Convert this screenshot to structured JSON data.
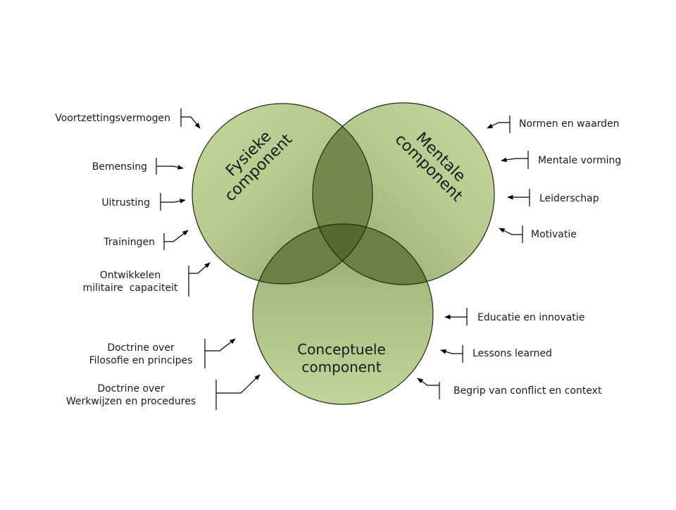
{
  "diagram": {
    "type": "venn",
    "colors": {
      "circle_light": "#c1d49a",
      "circle_dark": "#8a9d6a",
      "overlap": "#6f8445",
      "center": "#55682e",
      "outline": "#1e2a10",
      "text": "#1a1a1a"
    },
    "circles": [
      {
        "id": "fysiek",
        "title_lines": [
          "Fysieke",
          "component"
        ]
      },
      {
        "id": "mentaal",
        "title_lines": [
          "Mentale",
          "component"
        ]
      },
      {
        "id": "conceptueel",
        "title_lines": [
          "Conceptuele",
          "component"
        ]
      }
    ],
    "left_labels": [
      {
        "lines": [
          "Voortzettingsvermogen"
        ]
      },
      {
        "lines": [
          "Bemensing"
        ]
      },
      {
        "lines": [
          "Uitrusting"
        ]
      },
      {
        "lines": [
          "Trainingen"
        ]
      },
      {
        "lines": [
          "Ontwikkelen",
          "militaire  capaciteit"
        ]
      },
      {
        "lines": [
          "Doctrine over",
          "Filosofie en principes"
        ]
      },
      {
        "lines": [
          "Doctrine over",
          "Werkwijzen en procedures"
        ]
      }
    ],
    "right_labels": [
      {
        "lines": [
          "Normen en waarden"
        ]
      },
      {
        "lines": [
          "Mentale vorming"
        ]
      },
      {
        "lines": [
          "Leiderschap"
        ]
      },
      {
        "lines": [
          "Motivatie"
        ]
      },
      {
        "lines": [
          "Educatie en innovatie"
        ]
      },
      {
        "lines": [
          "Lessons learned"
        ]
      },
      {
        "lines": [
          "Begrip van conflict en context"
        ]
      }
    ]
  }
}
